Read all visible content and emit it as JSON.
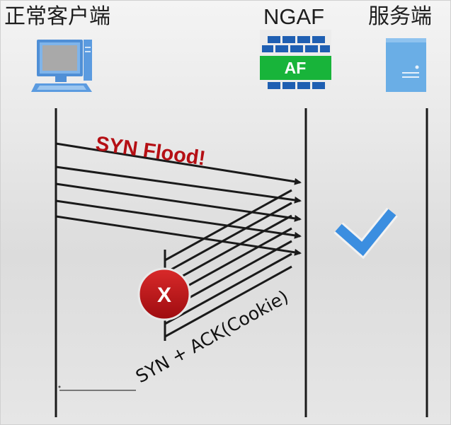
{
  "participants": {
    "client": "正常客户端",
    "ngaf": "NGAF",
    "server": "服务端"
  },
  "firewall_badge": "AF",
  "attack_label": "SYN Flood!",
  "response_label": "SYN + ACK(Cookie)",
  "block_mark": "X",
  "colors": {
    "attack_text": "#b50f14",
    "badge_green": "#18b43a",
    "block_red": "#c4141a",
    "check_blue": "#3b8ee0",
    "server_blue": "#6aaee6"
  }
}
